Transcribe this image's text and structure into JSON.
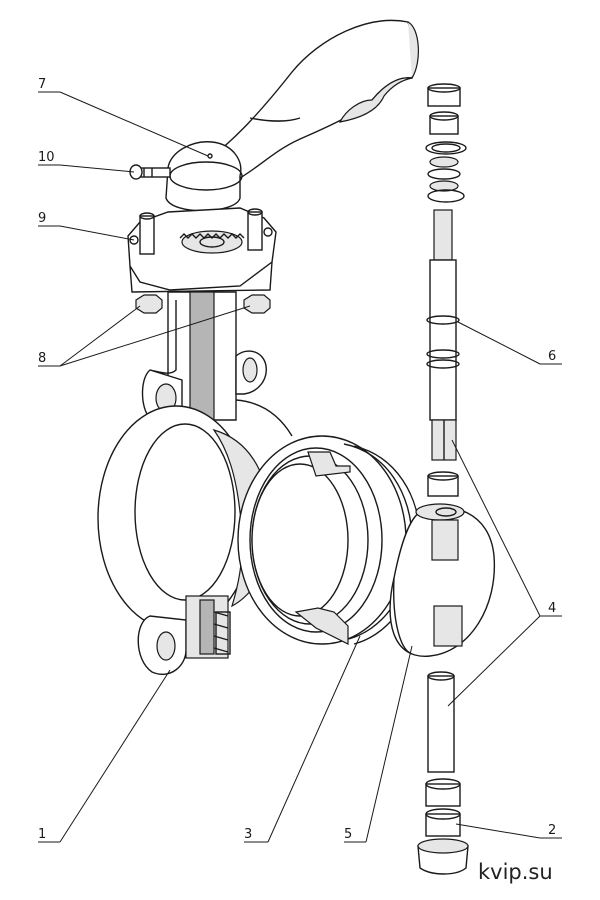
{
  "callouts": [
    {
      "id": "1",
      "label": "1"
    },
    {
      "id": "2",
      "label": "2"
    },
    {
      "id": "3",
      "label": "3"
    },
    {
      "id": "4",
      "label": "4"
    },
    {
      "id": "5",
      "label": "5"
    },
    {
      "id": "6",
      "label": "6"
    },
    {
      "id": "7",
      "label": "7"
    },
    {
      "id": "8",
      "label": "8"
    },
    {
      "id": "9",
      "label": "9"
    },
    {
      "id": "10",
      "label": "10"
    }
  ],
  "watermark": "kvip.su",
  "colors": {
    "line": "#1a1a1a",
    "background": "#ffffff",
    "shade": "#e6e6e6"
  }
}
